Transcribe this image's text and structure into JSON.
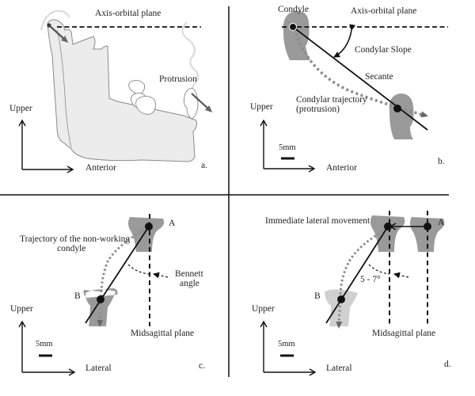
{
  "figure": {
    "panels": {
      "a": {
        "letter": "a.",
        "plane_label": "Axis-orbital plane",
        "protrusion_label": "Protrusion",
        "axis_vertical_label": "Upper",
        "axis_horizontal_label": "Anterior"
      },
      "b": {
        "letter": "b.",
        "condyle_label": "Condyle",
        "plane_label": "Axis-orbital plane",
        "slope_label": "Condylar Slope",
        "secant_label": "Secante",
        "trajectory_label_line1": "Condylar trajectory",
        "trajectory_label_line2": "(protrusion)",
        "scale_label": "5mm",
        "axis_vertical_label": "Upper",
        "axis_horizontal_label": "Anterior"
      },
      "c": {
        "letter": "c.",
        "trajectory_label_line1": "Trajectory of the non-working",
        "trajectory_label_line2": "condyle",
        "point_a_label": "A",
        "point_b_label": "B",
        "bennett_label_line1": "Bennett",
        "bennett_label_line2": "angle",
        "midsagittal_label": "Midsagittal plane",
        "scale_label": "5mm",
        "axis_vertical_label": "Upper",
        "axis_horizontal_label": "Lateral"
      },
      "d": {
        "letter": "d.",
        "immediate_label": "Immediate lateral movement",
        "point_a_label": "A",
        "point_b_label": "B",
        "angle_label": "5 - 7°",
        "midsagittal_label": "Midsagittal plane",
        "scale_label": "5mm",
        "axis_vertical_label": "Upper",
        "axis_horizontal_label": "Lateral"
      }
    },
    "colors": {
      "ink": "#111111",
      "condyle_fill": "#9a9a9a",
      "condyle_light": "#d0d0d0",
      "bone_fill": "#ececec",
      "bone_stroke": "#8a8a8a",
      "trajectory": "#8c8c8c",
      "arrow_gray": "#6a6a6a"
    }
  }
}
